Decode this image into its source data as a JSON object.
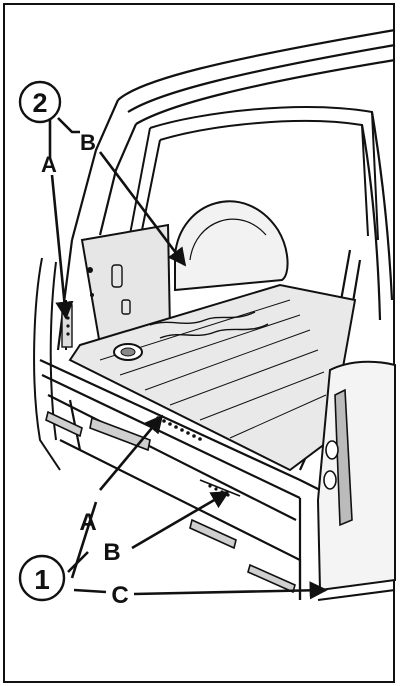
{
  "callouts": {
    "circle_1": "1",
    "circle_2": "2",
    "letter_a_top": "A",
    "letter_b_top": "B",
    "letter_a_bottom": "A",
    "letter_b_bottom": "B",
    "letter_c_bottom": "C"
  },
  "colors": {
    "ink": "#111111",
    "paper": "#ffffff",
    "panel_fill": "#e6e6e6"
  }
}
